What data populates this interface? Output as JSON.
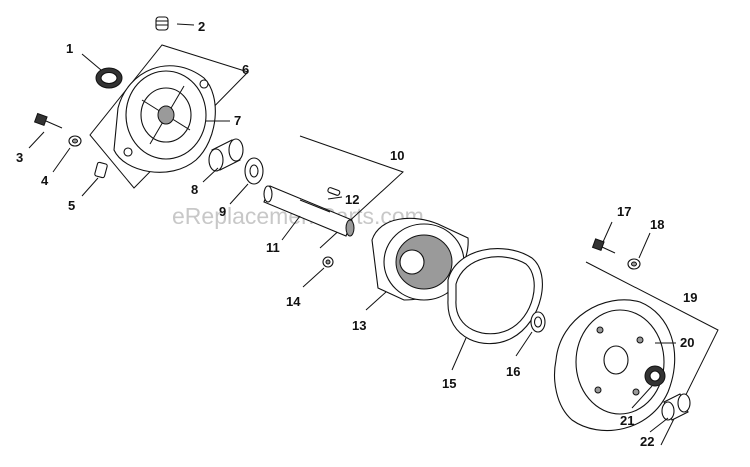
{
  "watermark": "eReplacementParts.com",
  "callouts": {
    "c1": "1",
    "c2": "2",
    "c3": "3",
    "c4": "4",
    "c5": "5",
    "c6": "6",
    "c7": "7",
    "c8": "8",
    "c9": "9",
    "c10": "10",
    "c11": "11",
    "c12": "12",
    "c13": "13",
    "c14": "14",
    "c15": "15",
    "c16": "16",
    "c17": "17",
    "c18": "18",
    "c19": "19",
    "c20": "20",
    "c21": "21",
    "c22": "22"
  }
}
